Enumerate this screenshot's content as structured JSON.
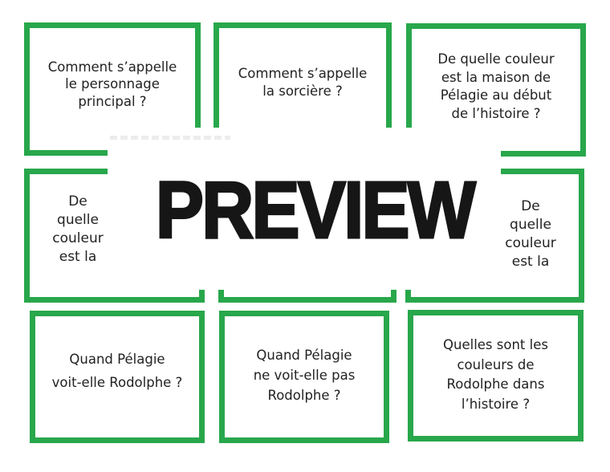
{
  "watermark": {
    "label": "PREVIEW"
  },
  "colors": {
    "card_border_green": "#28a74b",
    "question_text": "#222222",
    "watermark_text": "#161616"
  },
  "cards": [
    {
      "name": "question-card-1",
      "lines": [
        "Comment s’appelle",
        "le personnage",
        "principal ?"
      ]
    },
    {
      "name": "question-card-2",
      "lines": [
        "Comment s’appelle",
        "la sorcière ?"
      ]
    },
    {
      "name": "question-card-3",
      "lines": [
        "De quelle couleur",
        "est la maison de",
        "Pélagie au début",
        "de l’histoire ?"
      ]
    },
    {
      "name": "question-card-4",
      "lines": [
        "De",
        "quelle",
        "couleur",
        "est la"
      ]
    },
    {
      "name": "question-card-5",
      "lines": []
    },
    {
      "name": "question-card-6",
      "lines": [
        "De",
        "quelle",
        "couleur",
        "est la"
      ]
    },
    {
      "name": "question-card-7",
      "lines": [
        "Quand Pélagie",
        "voit-elle Rodolphe ?"
      ]
    },
    {
      "name": "question-card-8",
      "lines": [
        "Quand Pélagie",
        "ne voit-elle pas",
        "Rodolphe ?"
      ]
    },
    {
      "name": "question-card-9",
      "lines": [
        "Quelles sont les",
        "couleurs de",
        "Rodolphe dans",
        "l’histoire ?"
      ]
    }
  ]
}
